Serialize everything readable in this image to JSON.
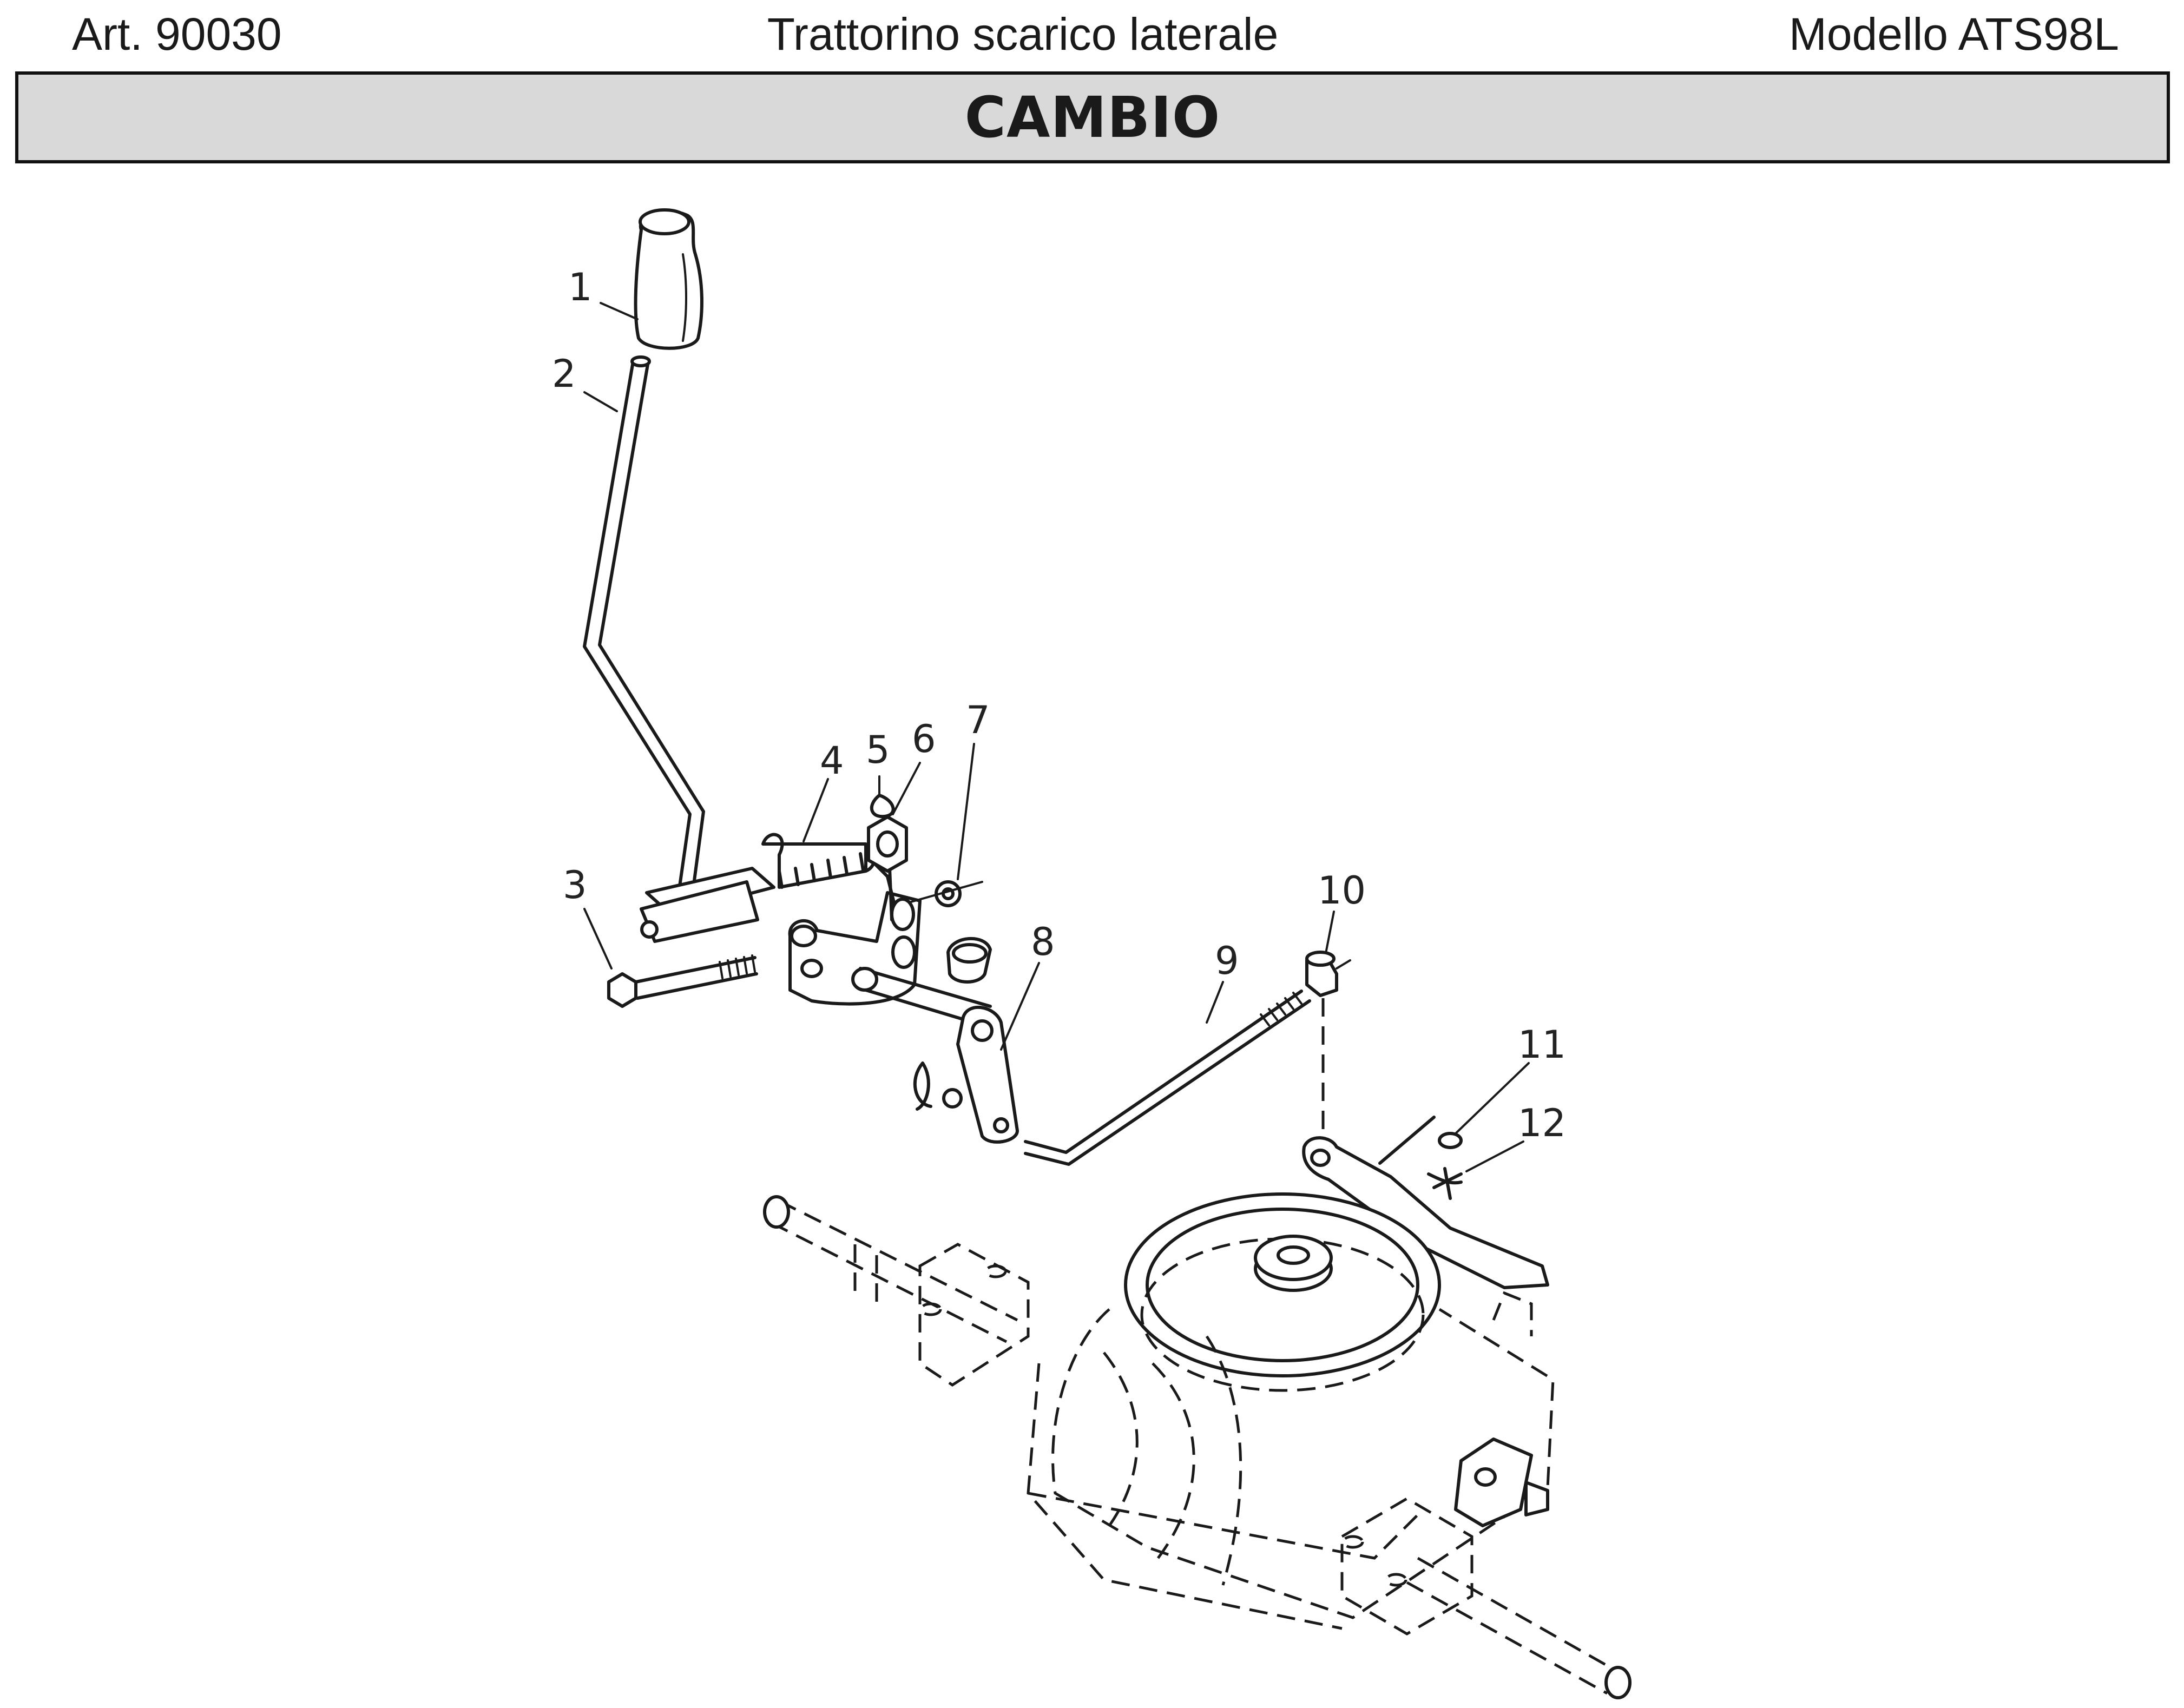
{
  "header": {
    "article": "Art. 90030",
    "description": "Trattorino scarico laterale",
    "model": "Modello ATS98L"
  },
  "section_title": "CAMBIO",
  "callouts": [
    "1",
    "2",
    "3",
    "4",
    "5",
    "6",
    "7",
    "8",
    "9",
    "10",
    "11",
    "12"
  ]
}
